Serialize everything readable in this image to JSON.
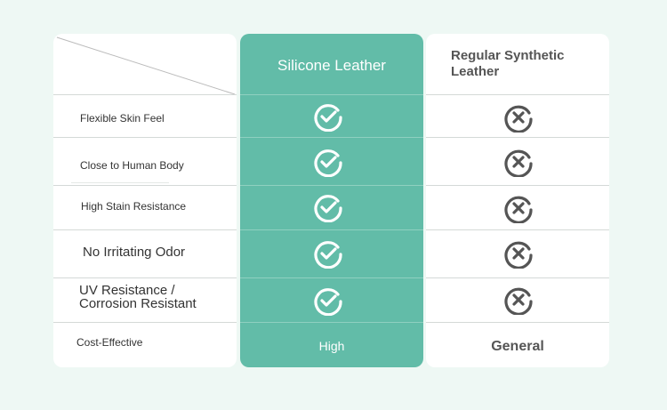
{
  "columns": {
    "silicone": "Silicone Leather",
    "regular": "Regular Synthetic Leather"
  },
  "rows": [
    {
      "label": "Flexible Skin Feel",
      "silicone": "check",
      "regular": "cross"
    },
    {
      "label": "Close to Human Body",
      "silicone": "check",
      "regular": "cross"
    },
    {
      "label": "High Stain Resistance",
      "silicone": "check",
      "regular": "cross"
    },
    {
      "label": "No Irritating Odor",
      "silicone": "check",
      "regular": "cross"
    },
    {
      "label": "UV Resistance / Corrosion Resistant",
      "silicone": "check",
      "regular": "cross"
    },
    {
      "label": "Cost-Effective",
      "silicone": "High",
      "regular": "General"
    }
  ],
  "colors": {
    "accent": "#62bca8",
    "background": "#eef8f4",
    "cross_icon": "#555555"
  },
  "icons": {
    "check": "check-circle-icon",
    "cross": "cross-circle-icon"
  }
}
